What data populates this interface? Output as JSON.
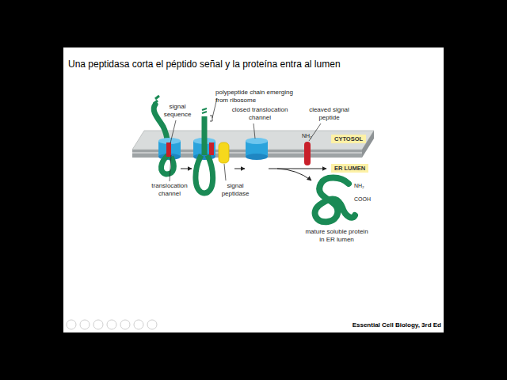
{
  "diagram": {
    "title": "Una peptidasa corta el péptido señal y la proteína entra al lumen",
    "nodes": [
      {
        "text": [
          "CYTOSOL"
        ]
      },
      {
        "text": [
          "ER LUMEN"
        ]
      }
    ],
    "labels": [
      "signal sequence",
      "polypeptide chain emerging from ribosome",
      "closed translocation channel",
      "cleaved signal peptide",
      "NH₂",
      "translocation channel",
      "signal peptidase",
      "NH₂",
      "COOH",
      "mature soluble protein in ER lumen",
      "Essential Cell Biology, 3rd Ed"
    ]
  }
}
